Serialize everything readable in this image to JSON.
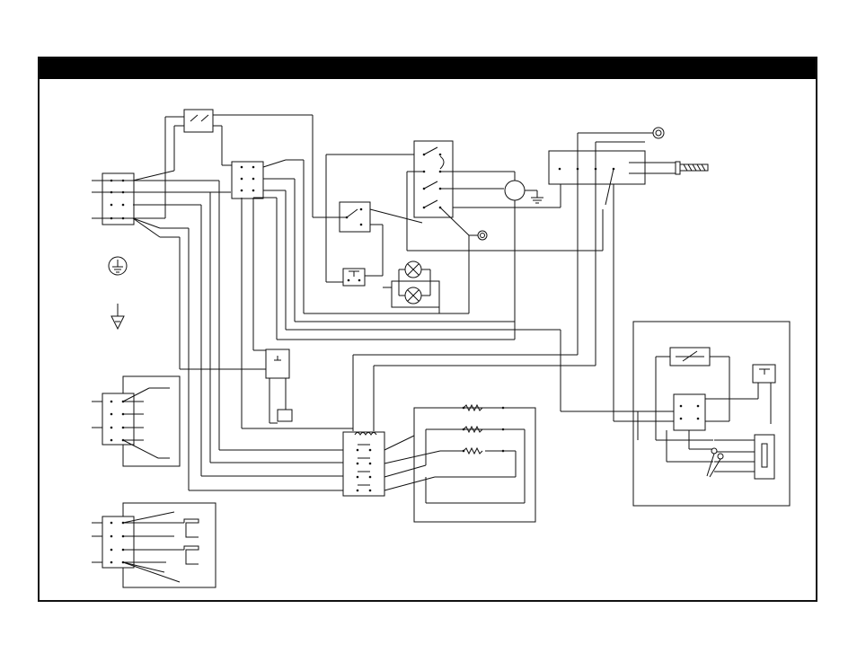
{
  "diagram": {
    "title": "",
    "line_color": "#111111",
    "background": "#ffffff",
    "symbols": [
      "ground-symbol",
      "earth-ground-symbol",
      "motor",
      "lamp",
      "heating-element",
      "relay-coil",
      "switch",
      "terminal-block",
      "power-cord"
    ]
  }
}
